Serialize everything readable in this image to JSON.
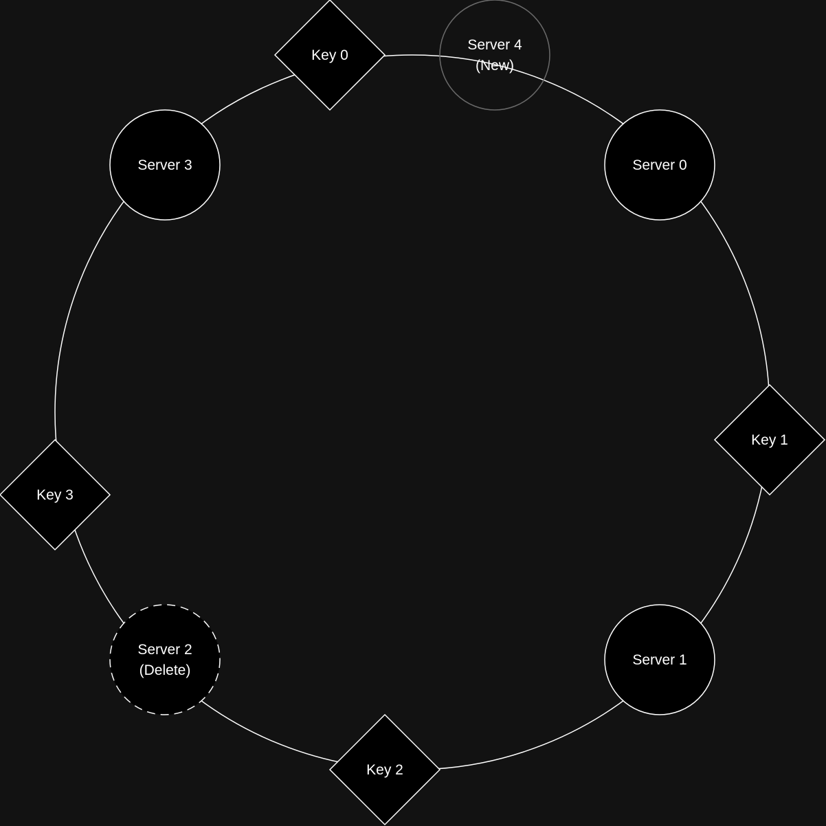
{
  "colors": {
    "background": "#121212",
    "node_fill": "#000000",
    "stroke": "#ffffff",
    "new_stroke": "#6a6a6a"
  },
  "servers": [
    {
      "id": "server-0",
      "lines": [
        "Server 0"
      ],
      "style": "solid"
    },
    {
      "id": "server-1",
      "lines": [
        "Server 1"
      ],
      "style": "solid"
    },
    {
      "id": "server-2",
      "lines": [
        "Server 2",
        "(Delete)"
      ],
      "style": "dashed"
    },
    {
      "id": "server-3",
      "lines": [
        "Server 3"
      ],
      "style": "solid"
    },
    {
      "id": "server-4",
      "lines": [
        "Server 4",
        "(New)"
      ],
      "style": "new"
    }
  ],
  "keys": [
    {
      "id": "key-0",
      "label": "Key 0"
    },
    {
      "id": "key-1",
      "label": "Key 1"
    },
    {
      "id": "key-2",
      "label": "Key 2"
    },
    {
      "id": "key-3",
      "label": "Key 3"
    }
  ]
}
